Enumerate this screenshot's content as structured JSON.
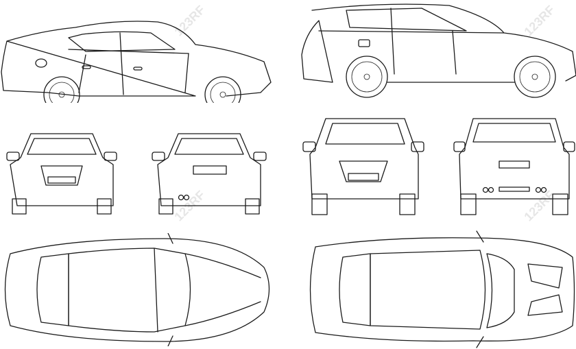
{
  "illustration": {
    "title": "Car line-art views: sedan and SUV",
    "line_color": "#1a1a1a",
    "background": "#ffffff",
    "views": [
      {
        "label": "Sedan side view",
        "vehicle": "sedan",
        "view": "side"
      },
      {
        "label": "SUV side view",
        "vehicle": "suv",
        "view": "side"
      },
      {
        "label": "Sedan front view",
        "vehicle": "sedan",
        "view": "front"
      },
      {
        "label": "Sedan rear view",
        "vehicle": "sedan",
        "view": "rear"
      },
      {
        "label": "SUV front view",
        "vehicle": "suv",
        "view": "front"
      },
      {
        "label": "SUV rear view",
        "vehicle": "suv",
        "view": "rear"
      },
      {
        "label": "Sedan top view",
        "vehicle": "sedan",
        "view": "top"
      },
      {
        "label": "SUV top view",
        "vehicle": "suv",
        "view": "top"
      }
    ],
    "watermark": "123RF"
  }
}
